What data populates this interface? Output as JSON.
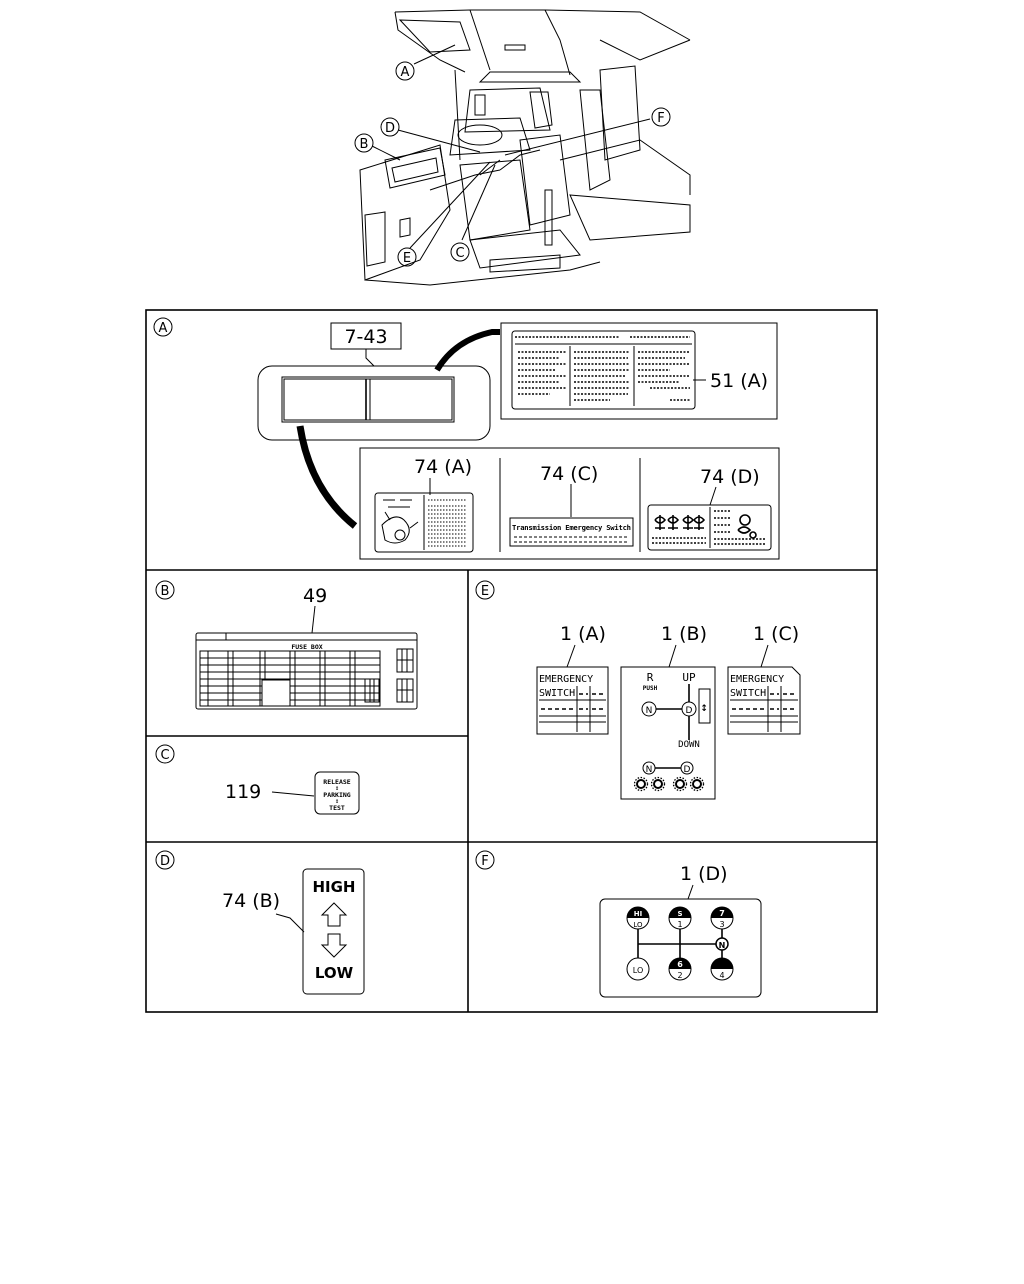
{
  "callouts": {
    "a": "A",
    "b": "B",
    "c": "C",
    "d": "D",
    "e": "E",
    "f": "F"
  },
  "panel_a": {
    "letter": "A",
    "ref": "7-43",
    "label_51a": "51 (A)",
    "label_74a": "74 (A)",
    "label_74c": "74 (C)",
    "label_74d": "74 (D)",
    "plate_74c_text": "Transmission Emergency Switch"
  },
  "panel_b": {
    "letter": "B",
    "label_49": "49",
    "fuse_title": "FUSE BOX"
  },
  "panel_c": {
    "letter": "C",
    "label_119": "119",
    "plate_line1": "RELEASE",
    "plate_line2": "PARKING",
    "plate_line3": "TEST"
  },
  "panel_d": {
    "letter": "D",
    "label_74b": "74 (B)",
    "high": "HIGH",
    "low": "LOW"
  },
  "panel_e": {
    "letter": "E",
    "label_1a": "1 (A)",
    "label_1b": "1 (B)",
    "label_1c": "1 (C)",
    "emergency": "EMERGENCY",
    "switch": "SWITCH",
    "r": "R",
    "push": "PUSH",
    "up": "UP",
    "down": "DOWN",
    "n": "N",
    "d": "D"
  },
  "panel_f": {
    "letter": "F",
    "label_1d": "1 (D)",
    "gates": {
      "hi": "HI",
      "lo_top": "LO",
      "s": "S",
      "one": "1",
      "seven": "7",
      "three": "3",
      "n": "N",
      "lo": "LO",
      "six": "6",
      "two": "2",
      "four": "4"
    }
  }
}
